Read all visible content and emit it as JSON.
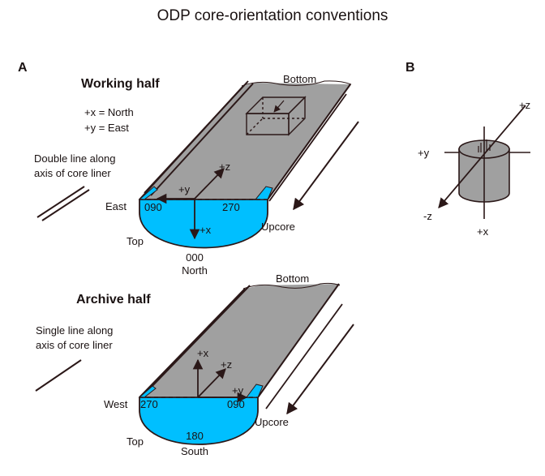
{
  "title": "ODP core-orientation conventions",
  "panel_a": "A",
  "panel_b": "B",
  "working": {
    "heading": "Working half",
    "conv_x": "+x = North",
    "conv_y": "+y = East",
    "liner_1": "Double line along",
    "liner_2": "axis of core liner",
    "bottom": "Bottom",
    "top": "Top",
    "upcore": "Upcore",
    "side": "East",
    "deg_left": "090",
    "deg_right": "270",
    "deg_bottom": "000",
    "dir_bottom": "North",
    "axis_x": "+x",
    "axis_y": "+y",
    "axis_z": "+z"
  },
  "archive": {
    "heading": "Archive half",
    "liner_1": "Single line along",
    "liner_2": "axis of core liner",
    "bottom": "Bottom",
    "top": "Top",
    "upcore": "Upcore",
    "side": "West",
    "deg_left": "270",
    "deg_right": "090",
    "deg_bottom": "180",
    "dir_bottom": "South",
    "axis_x": "+x",
    "axis_y": "+y",
    "axis_z": "+z"
  },
  "cylinder": {
    "pz": "+z",
    "py": "+y",
    "nz": "-z",
    "px": "+x"
  },
  "colors": {
    "core_face": "#00BFFF",
    "core_surface": "#A0A0A0",
    "line": "#2B1818"
  }
}
